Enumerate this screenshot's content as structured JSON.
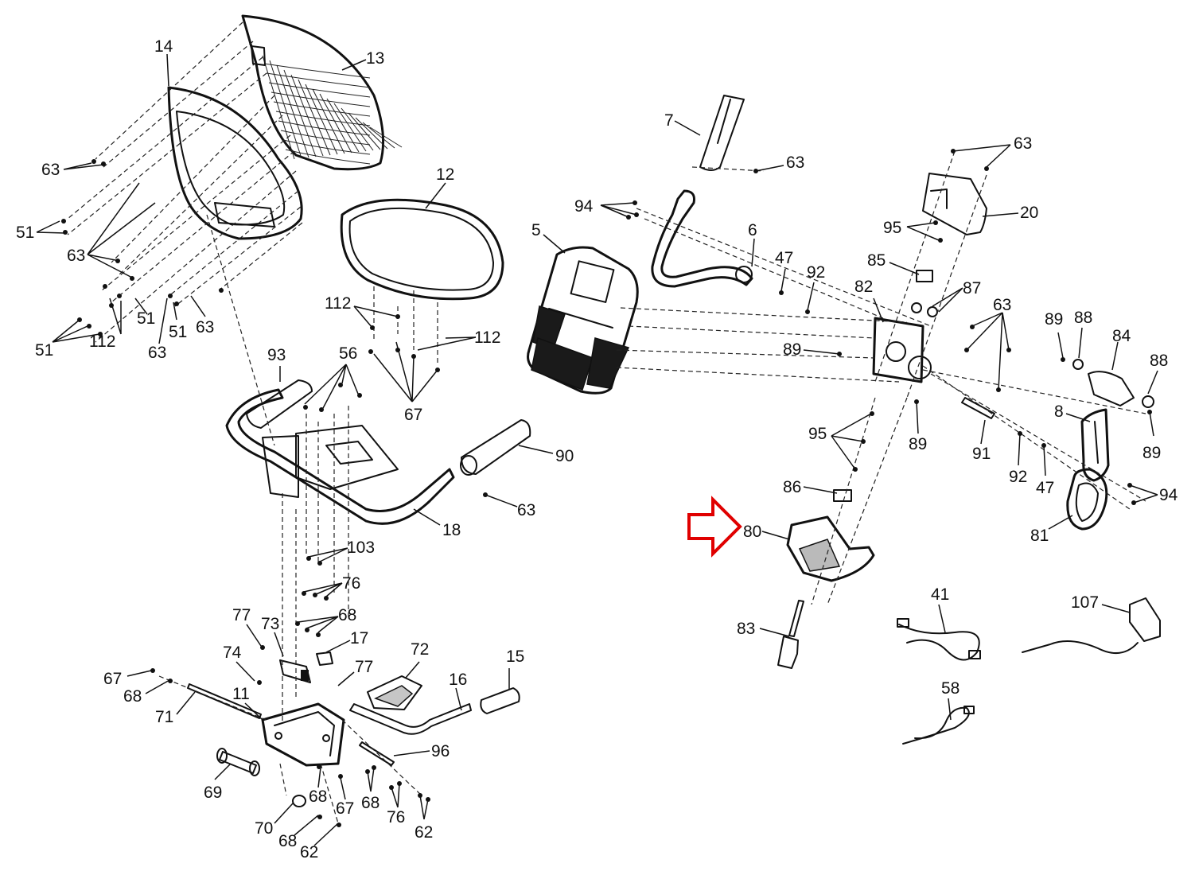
{
  "callouts": [
    {
      "id": "l14",
      "text": "14"
    },
    {
      "id": "l13",
      "text": "13"
    },
    {
      "id": "l12",
      "text": "12"
    },
    {
      "id": "l63a",
      "text": "63"
    },
    {
      "id": "l51a",
      "text": "51"
    },
    {
      "id": "l63b",
      "text": "63"
    },
    {
      "id": "l51b",
      "text": "51"
    },
    {
      "id": "l51c",
      "text": "51"
    },
    {
      "id": "l112a",
      "text": "112"
    },
    {
      "id": "l51d",
      "text": "51"
    },
    {
      "id": "l63c",
      "text": "63"
    },
    {
      "id": "l63d",
      "text": "63"
    },
    {
      "id": "l112b",
      "text": "112"
    },
    {
      "id": "l112c",
      "text": "112"
    },
    {
      "id": "l93",
      "text": "93"
    },
    {
      "id": "l56",
      "text": "56"
    },
    {
      "id": "l67a",
      "text": "67"
    },
    {
      "id": "l90",
      "text": "90"
    },
    {
      "id": "l63e",
      "text": "63"
    },
    {
      "id": "l18",
      "text": "18"
    },
    {
      "id": "l103",
      "text": "103"
    },
    {
      "id": "l76a",
      "text": "76"
    },
    {
      "id": "l68a",
      "text": "68"
    },
    {
      "id": "l77a",
      "text": "77"
    },
    {
      "id": "l73",
      "text": "73"
    },
    {
      "id": "l17",
      "text": "17"
    },
    {
      "id": "l74",
      "text": "74"
    },
    {
      "id": "l77b",
      "text": "77"
    },
    {
      "id": "l72",
      "text": "72"
    },
    {
      "id": "l15",
      "text": "15"
    },
    {
      "id": "l16",
      "text": "16"
    },
    {
      "id": "l67b",
      "text": "67"
    },
    {
      "id": "l68b",
      "text": "68"
    },
    {
      "id": "l11",
      "text": "11"
    },
    {
      "id": "l71",
      "text": "71"
    },
    {
      "id": "l96",
      "text": "96"
    },
    {
      "id": "l69",
      "text": "69"
    },
    {
      "id": "l68c",
      "text": "68"
    },
    {
      "id": "l67c",
      "text": "67"
    },
    {
      "id": "l68d",
      "text": "68"
    },
    {
      "id": "l76b",
      "text": "76"
    },
    {
      "id": "l62a",
      "text": "62"
    },
    {
      "id": "l70",
      "text": "70"
    },
    {
      "id": "l68e",
      "text": "68"
    },
    {
      "id": "l62b",
      "text": "62"
    },
    {
      "id": "l7",
      "text": "7"
    },
    {
      "id": "l63f",
      "text": "63"
    },
    {
      "id": "l94a",
      "text": "94"
    },
    {
      "id": "l5",
      "text": "5"
    },
    {
      "id": "l6",
      "text": "6"
    },
    {
      "id": "l47a",
      "text": "47"
    },
    {
      "id": "l92a",
      "text": "92"
    },
    {
      "id": "l63g",
      "text": "63"
    },
    {
      "id": "l20",
      "text": "20"
    },
    {
      "id": "l95a",
      "text": "95"
    },
    {
      "id": "l85",
      "text": "85"
    },
    {
      "id": "l82",
      "text": "82"
    },
    {
      "id": "l87",
      "text": "87"
    },
    {
      "id": "l63h",
      "text": "63"
    },
    {
      "id": "l89a",
      "text": "89"
    },
    {
      "id": "l88a",
      "text": "88"
    },
    {
      "id": "l84",
      "text": "84"
    },
    {
      "id": "l88b",
      "text": "88"
    },
    {
      "id": "l89b",
      "text": "89"
    },
    {
      "id": "l8",
      "text": "8"
    },
    {
      "id": "l89c",
      "text": "89"
    },
    {
      "id": "l95b",
      "text": "95"
    },
    {
      "id": "l89d",
      "text": "89"
    },
    {
      "id": "l91",
      "text": "91"
    },
    {
      "id": "l92b",
      "text": "92"
    },
    {
      "id": "l47b",
      "text": "47"
    },
    {
      "id": "l94b",
      "text": "94"
    },
    {
      "id": "l86",
      "text": "86"
    },
    {
      "id": "l80",
      "text": "80"
    },
    {
      "id": "l81",
      "text": "81"
    },
    {
      "id": "l41",
      "text": "41"
    },
    {
      "id": "l107",
      "text": "107"
    },
    {
      "id": "l83",
      "text": "83"
    },
    {
      "id": "l58",
      "text": "58"
    }
  ],
  "highlight": {
    "part": "80",
    "arrow_color": "#e00000"
  }
}
